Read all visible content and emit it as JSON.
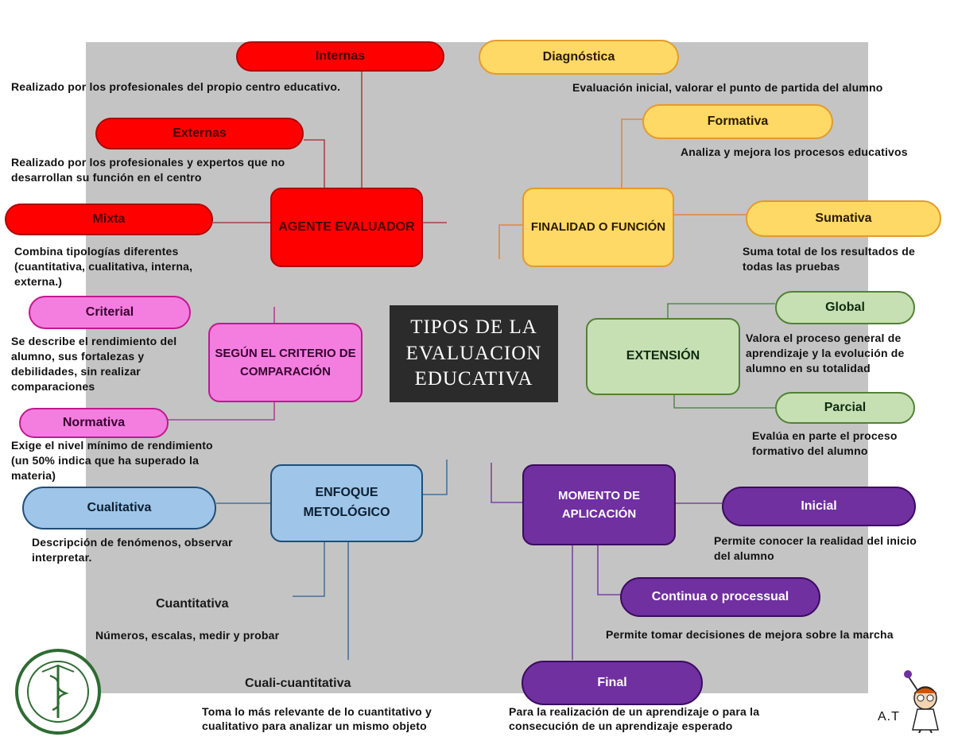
{
  "title": "TIPOS DE LA EVALUACION EDUCATIVA",
  "categories": {
    "agente": "AGENTE EVALUADOR",
    "finalidad": "FINALIDAD O FUNCIÓN",
    "criterio": "SEGÚN EL CRITERIO DE COMPARACIÓN",
    "extension": "EXTENSIÓN",
    "enfoque": "ENFOQUE METOLÓGICO",
    "momento": "MOMENTO DE APLICACIÓN"
  },
  "nodes": {
    "internas": {
      "label": "Internas",
      "desc": "Realizado por los profesionales del propio centro educativo."
    },
    "externas": {
      "label": "Externas",
      "desc": "Realizado por los profesionales y expertos que no desarrollan su función en el centro"
    },
    "mixta": {
      "label": "Mixta",
      "desc": "Combina tipologías diferentes (cuantitativa, cualitativa, interna, externa.)"
    },
    "diagnostica": {
      "label": "Diagnóstica",
      "desc": "Evaluación inicial, valorar el punto de partida del alumno"
    },
    "formativa": {
      "label": "Formativa",
      "desc": "Analiza y mejora los procesos educativos"
    },
    "sumativa": {
      "label": "Sumativa",
      "desc": "Suma total de los resultados de todas las pruebas"
    },
    "criterial": {
      "label": "Criterial",
      "desc": "Se describe el rendimiento del alumno, sus fortalezas y debilidades, sin realizar comparaciones"
    },
    "normativa": {
      "label": "Normativa",
      "desc": "Exige el nivel mínimo de rendimiento (un 50% indica que ha superado la materia)"
    },
    "global": {
      "label": "Global",
      "desc": "Valora el proceso general de aprendizaje y la evolución de alumno en su totalidad"
    },
    "parcial": {
      "label": "Parcial",
      "desc": "Evalúa en parte el proceso formativo del alumno"
    },
    "cualitativa": {
      "label": "Cualitativa",
      "desc": "Descripción de fenómenos, observar interpretar."
    },
    "cuantitativa": {
      "label": "Cuantitativa",
      "desc": "Números, escalas, medir y probar"
    },
    "cualicuantitativa": {
      "label": "Cuali-cuantitativa",
      "desc": "Toma lo más relevante de lo cuantitativo y cualitativo para analizar un mismo objeto"
    },
    "inicial": {
      "label": "Inicial",
      "desc": "Permite conocer la realidad del inicio del alumno"
    },
    "continua": {
      "label": "Continua o processual",
      "desc": "Permite tomar decisiones de mejora sobre la marcha"
    },
    "final": {
      "label": "Final",
      "desc": "Para la realización de un aprendizaje o para la consecución de un aprendizaje esperado"
    }
  },
  "signature": "A.T",
  "colors": {
    "agente": "#ff0000",
    "finalidad": "#ffd966",
    "criterio": "#f37ee0",
    "extension": "#c6e0b4",
    "enfoque": "#9fc5e8",
    "momento": "#7030a0"
  }
}
